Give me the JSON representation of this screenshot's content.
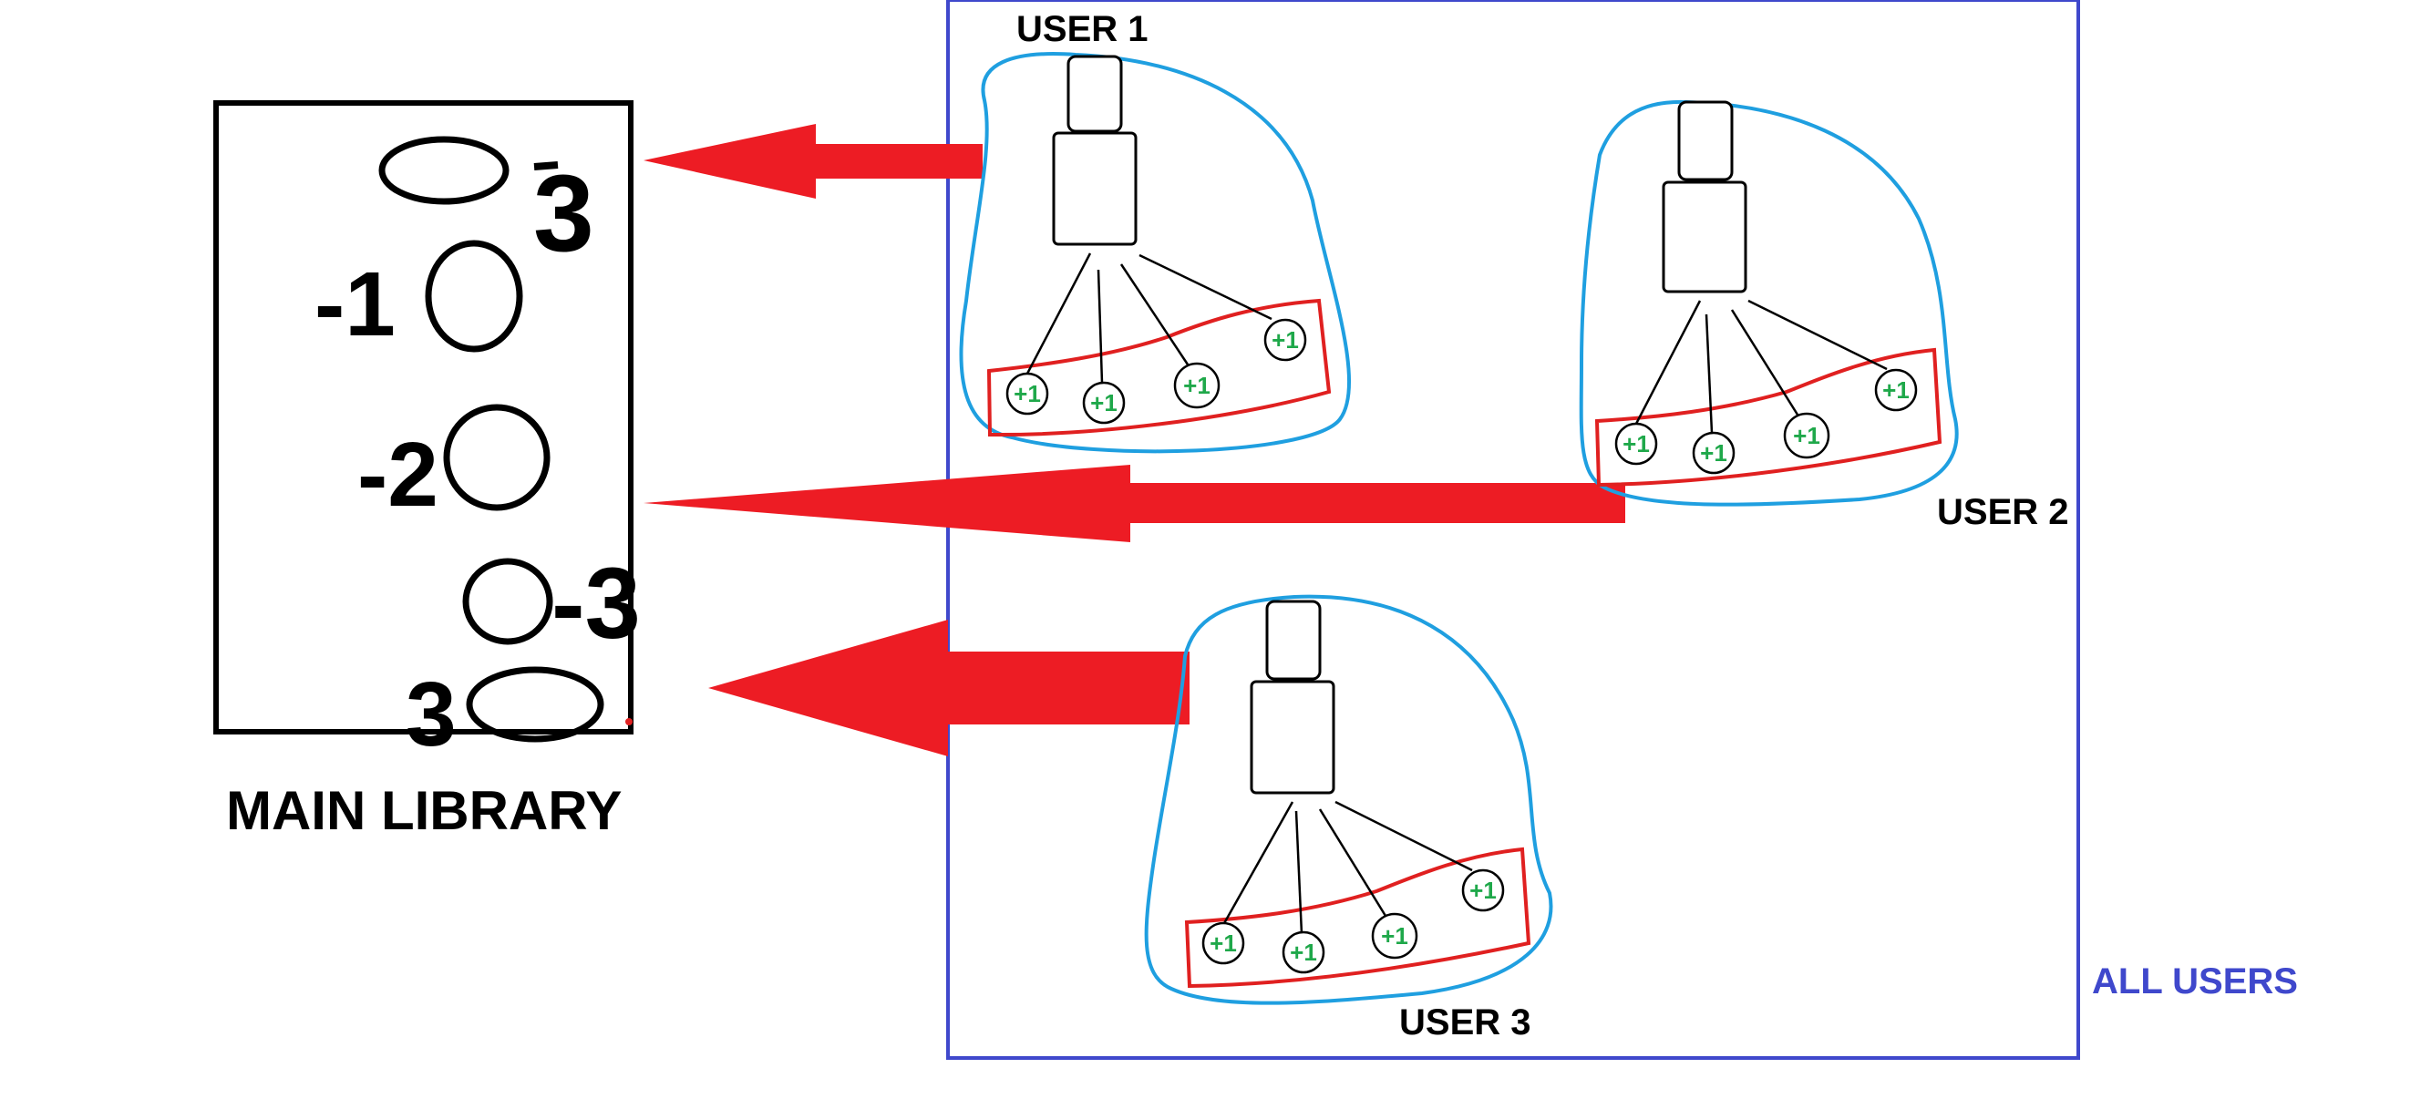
{
  "library": {
    "title": "MAIN LIBRARY",
    "counts": [
      "3",
      "-1",
      "-2",
      "-3",
      "3"
    ]
  },
  "all_users": {
    "label": "ALL USERS",
    "users": [
      {
        "name": "USER 1",
        "children": [
          "+1",
          "+1",
          "+1",
          "+1"
        ]
      },
      {
        "name": "USER 2",
        "children": [
          "+1",
          "+1",
          "+1",
          "+1"
        ]
      },
      {
        "name": "USER 3",
        "children": [
          "+1",
          "+1",
          "+1",
          "+1"
        ]
      }
    ]
  },
  "colors": {
    "arrow": "#ed1c24",
    "user_outline": "#1f9fe0",
    "group_outline": "#e02020",
    "child_text": "#1fa84a",
    "all_users_border": "#3f48cc",
    "all_users_label": "#3f48cc",
    "ink": "#000000"
  }
}
